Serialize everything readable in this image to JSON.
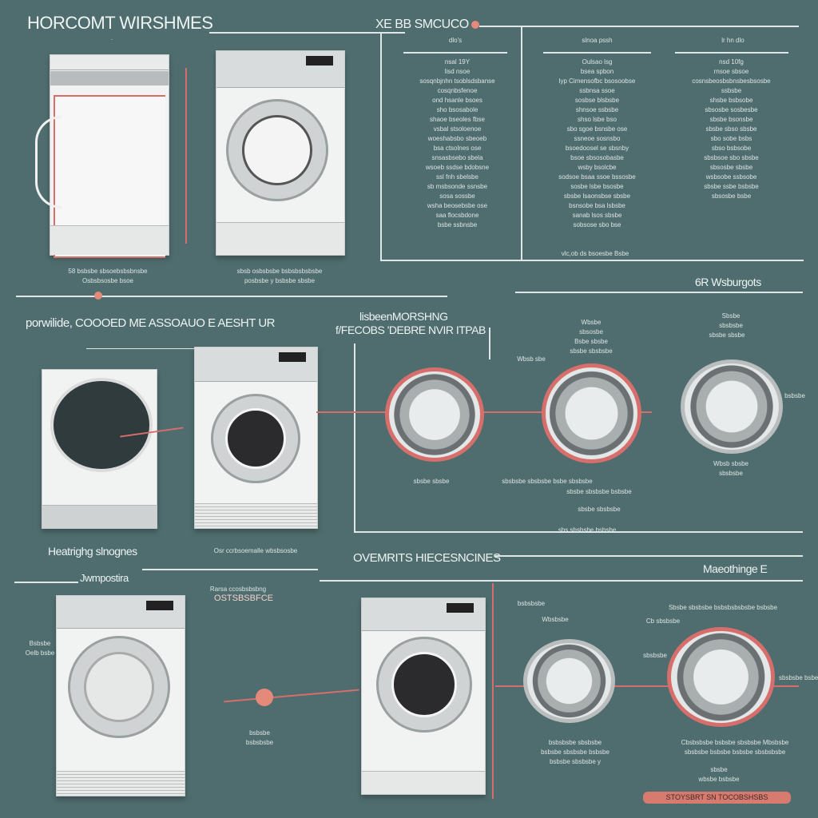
{
  "title": "HORCOMT WIRSHMES",
  "section_top_right": "XE BB SMCUCO",
  "col_heads": [
    "dlo's",
    "slnoa pssh",
    "lr hn dlo"
  ],
  "col1": [
    "nsal 19Y",
    "lisd nsoe",
    "sosqnbjnhn tsoblsdsbanse",
    "cosqnbsfenoe",
    "ond hsanle bsoes",
    "sho bsosabole",
    "shaoe bseoles fbse",
    "vsbal stsoloenoe",
    "woeshabsbo sbeoeb",
    "bsa ctsolnes ose",
    "snsasbsebo sbela",
    "wsoeb ssdse bdobsne",
    "ssl fnh sbelsbe",
    "sb msbsonde ssnsbe",
    "sosa sossbe",
    "wsha beosebsbe ose",
    "saa flocsbdone",
    "bsbe ssbnsbe"
  ],
  "col2": [
    "Oulsao lsg",
    "bsea spbon",
    "lyp Cimensofbc bsosoobse",
    "ssbnsa ssoe",
    "sosbse blsbsbe",
    "shnsoe ssbsbe",
    "shso lsbe bso",
    "sbo sgoe bsnsbe ose",
    "ssneoe sosnsbo",
    "bsoedoosel se sbsnby",
    "bsoe sbsosobasbe",
    "wsby bsolcbe",
    "sodsoe bsaa ssoe bssosbe",
    "sosbe lsbe bsosbe",
    "sbsbe lsaonsbse sbsbe",
    "bsnsobe bsa lsbsbe",
    "sanab lsos sbsbe",
    "sobsose sbo bse"
  ],
  "col3": [
    "nsd 10fg",
    "rnsoe sbsoe",
    "cosnsbeosbsbnsbesbsosbe",
    "ssbsbe",
    "shsbe bsbsobe",
    "sbsosbe sosbesbe",
    "sbsbe bsonsbe",
    "sbsbe sbso sbsbe",
    "sbo sobe bsbs",
    "sbso bsbsobe",
    "sbsbsoe sbo sbsbe",
    "sbsosbe sbsbe",
    "wsbsobe ssbsobe",
    "sbsbe ssbe bsbsbe",
    "sbsosbe bsbe"
  ],
  "col_footer": "vlc,ob  ds bsoesbe Bsbe",
  "machine1_caption": [
    "58 bsbsbe sbsoebsbsbnsbe",
    "Osbsbsosbe bsoe"
  ],
  "machine2_caption": [
    "sbsb osbsbsbe bsbsbsbsbsbe",
    "posbsbe y bsbsbe sbsbe"
  ],
  "mid_right_label": "6R Wsburgots",
  "mid_heading": "porwilide, COOOED ME ASSOAUO E AESHT UR",
  "mid_center_heading": [
    "lisbeenMORSHNG",
    "f/FECOBS 'DEBRE NVIR ITPAB"
  ],
  "drum_labels": [
    "Wbsbe",
    "sbsosbe",
    "Bsbe sbsbe",
    "sbsbe sbsbsbe",
    "Sbsbe",
    "sbsbsbe",
    "sbsbe sbsbe",
    "Wbsb sbe",
    "bsbsbe"
  ],
  "drum_captions": [
    "sbsbe sbsbe",
    "sbsbsbe sbsbsbe bsbe sbsbsbe",
    "sbsbe sbsbsbe bsbsbe",
    "sbsbe sbsbsbe",
    "sbs sbsbsbe bsbsbe",
    "Wbsb sbsbe",
    "sbsbsbe"
  ],
  "row2_caption": "Osr  ccrbsoemalle wbsbsosbe",
  "row2_left_label": "Heatrighg slnognes",
  "row3_heading": "OVEMRITS HIECESNCINES",
  "row3_right_label": "Maeothinge E",
  "row3_left_label": "Jwmpostira",
  "row3_callouts": [
    "Rarsa ccosbsbsbng",
    "OSTSBSBFCE",
    "Bsbsbe",
    "Oelb bsbe",
    "bsbsbe",
    "bsbsbsbe"
  ],
  "row3_right_text": [
    "Sbsbe sbsbsbe bsbsbsbsbsbe bsbsbe",
    "Cb sbsbsbe",
    "bsbsbsbe",
    "Wbsbsbe",
    "sbsbsbe bsbe",
    "sbsbsbe"
  ],
  "row3_captions": [
    "bsbsbsbe sbsbsbe",
    "bsbsbe sbsbsbe bsbsbe",
    "bsbsbe sbsbsbe y"
  ],
  "row3_right_captions": [
    "Cbsbsbsbe bsbsbe sbsbsbe Mbsbsbe",
    "sbsbsbe bsbsbe bsbsbe sbsbsbsbe",
    "sbsbe",
    "wbsbe bsbsbe"
  ],
  "footer_pill": "STOYSBRT SN TOCOBSHSBS",
  "colors": {
    "background": "#4f6d6e",
    "accent": "#d66f6b",
    "line": "#dfe6e6"
  }
}
